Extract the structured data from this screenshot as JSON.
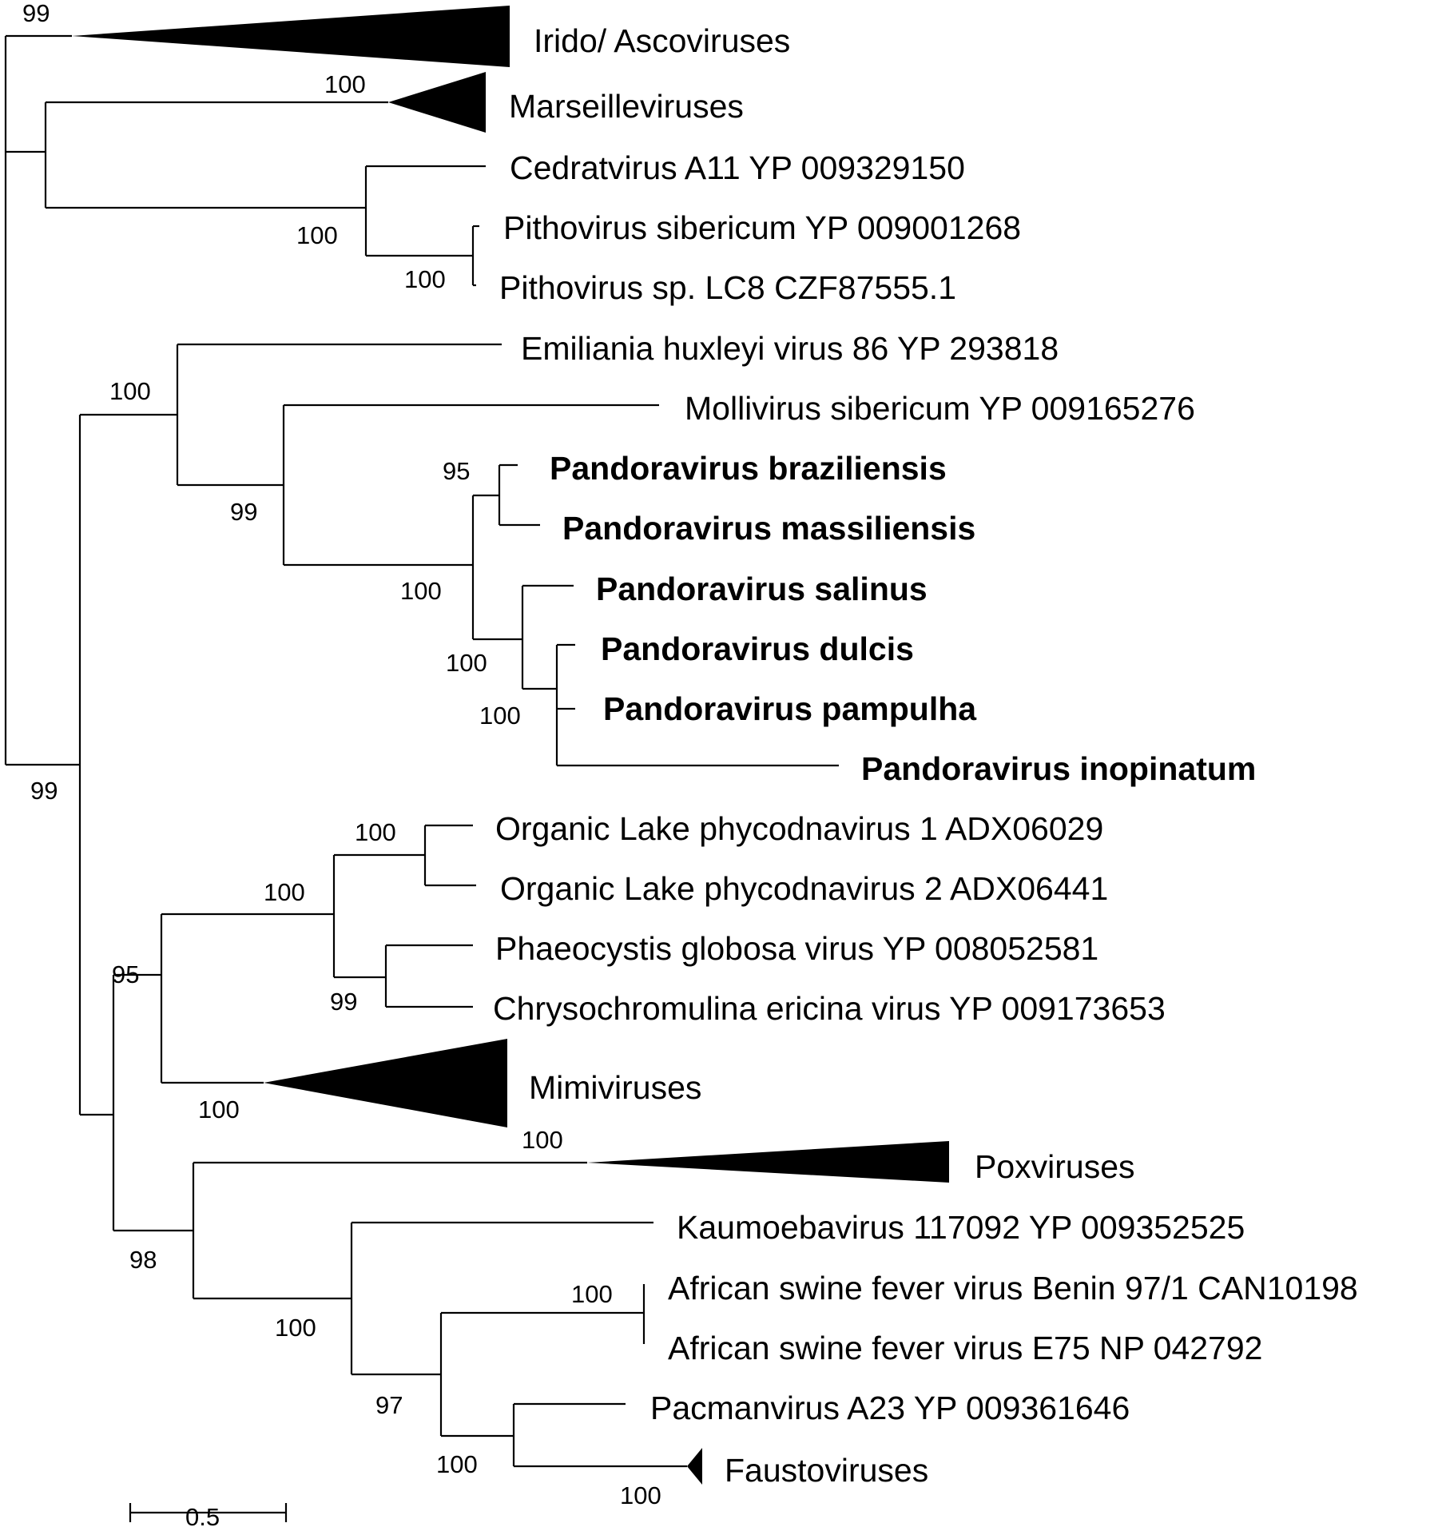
{
  "taxa": {
    "irido_ascoviruses": "Irido/ Ascoviruses",
    "marseilleviruses": "Marseilleviruses",
    "cedratvirus": "Cedratvirus A11 YP 009329150",
    "pithovirus_sibericum": "Pithovirus sibericum YP 009001268",
    "pithovirus_lc8": "Pithovirus sp. LC8 CZF87555.1",
    "emiliania": "Emiliania huxleyi virus 86 YP 293818",
    "mollivirus": "Mollivirus sibericum YP 009165276",
    "pandora_braziliensis": "Pandoravirus braziliensis",
    "pandora_massiliensis": "Pandoravirus massiliensis",
    "pandora_salinus": "Pandoravirus salinus",
    "pandora_dulcis": "Pandoravirus dulcis",
    "pandora_pampulha": "Pandoravirus pampulha",
    "pandora_inopinatum": "Pandoravirus inopinatum",
    "organic_lake_1": "Organic Lake phycodnavirus 1 ADX06029",
    "organic_lake_2": "Organic Lake phycodnavirus 2 ADX06441",
    "phaeocystis": "Phaeocystis globosa virus YP 008052581",
    "chrysochromulina": "Chrysochromulina ericina virus YP 009173653",
    "mimiviruses": "Mimiviruses",
    "poxviruses": "Poxviruses",
    "kaumoebavirus": "Kaumoebavirus 117092 YP 009352525",
    "asfv_benin": "African swine fever virus Benin 97/1 CAN10198",
    "asfv_e75": "African swine fever virus E75 NP 042792",
    "pacmanvirus": "Pacmanvirus A23 YP 009361646",
    "faustoviruses": "Faustoviruses"
  },
  "support": {
    "irido": "99",
    "marseille": "100",
    "cedrat_pitho": "100",
    "pitho_pair": "100",
    "emiliania_group": "100",
    "mollivirus_group": "99",
    "pandora_braz_mass": "95",
    "pandora_all": "100",
    "pandora_salinus_group": "100",
    "pandora_dulcis_group": "100",
    "root_lower": "99",
    "organic_lake_pair": "100",
    "organic_phaeo_group": "100",
    "phaeo_chryso_pair": "99",
    "mimi_group": "95",
    "mimiviruses": "100",
    "poxviruses": "100",
    "pox_group": "98",
    "kaumoeba_group": "100",
    "asfv_pair": "100",
    "asfv_group": "97",
    "pacman_group": "100",
    "faustoviruses": "100"
  },
  "scale_bar": {
    "label": "0.5"
  }
}
